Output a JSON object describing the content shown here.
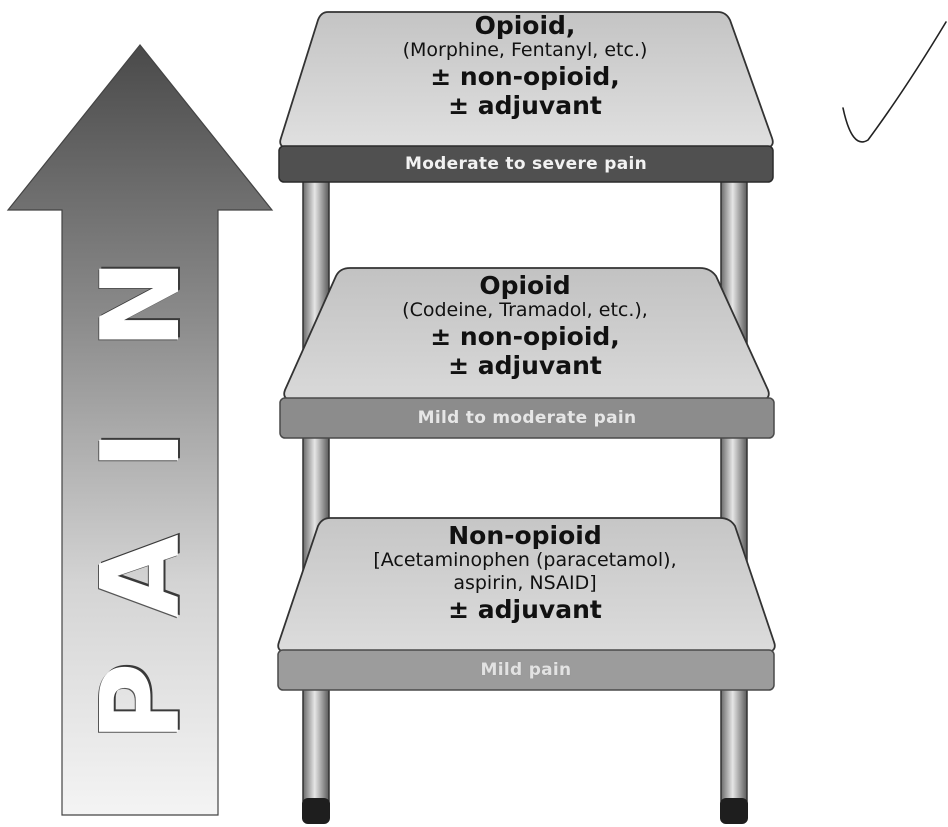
{
  "pain_arrow": {
    "letters": [
      "P",
      "A",
      "I",
      "N"
    ]
  },
  "steps": [
    {
      "id": "top",
      "heading": "Opioid,",
      "examples": "(Morphine, Fentanyl, etc.)",
      "addon_1": "± non-opioid,",
      "addon_2": "± adjuvant",
      "band_label": "Moderate to severe pain"
    },
    {
      "id": "middle",
      "heading": "Opioid",
      "examples": "(Codeine, Tramadol, etc.),",
      "addon_1": "± non-opioid,",
      "addon_2": "± adjuvant",
      "band_label": "Mild to moderate pain"
    },
    {
      "id": "bottom",
      "heading": "Non-opioid",
      "examples_1": "[Acetaminophen (paracetamol),",
      "examples_2": "aspirin, NSAID]",
      "addon_1": "± adjuvant",
      "band_label": "Mild pain"
    }
  ],
  "annotation": {
    "mark": "checkmark"
  },
  "colors": {
    "top_band": "#505050",
    "mid_band": "#8c8c8c",
    "low_band": "#9c9c9c",
    "top_step": "#d7d7d7",
    "mid_step": "#d0d0d0",
    "low_step": "#d4d4d4",
    "arrow_dark": "#555555",
    "arrow_light": "#f2f2f2"
  }
}
